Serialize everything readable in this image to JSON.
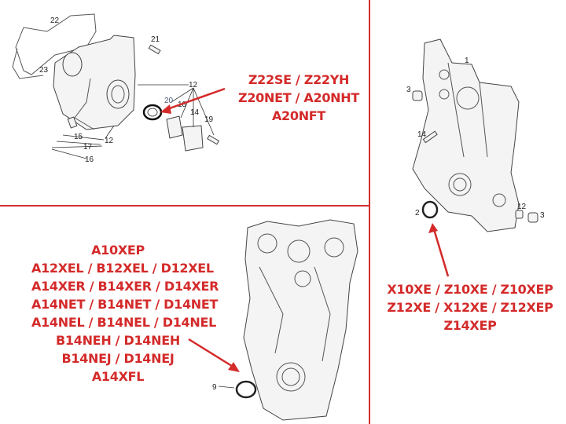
{
  "panels": {
    "top_left": {
      "engines": [
        "Z22SE / Z22YH",
        "Z20NET / A20NHT",
        "A20NFT"
      ],
      "callouts": [
        "22",
        "21",
        "23",
        "12",
        "20",
        "18",
        "14",
        "19",
        "15",
        "12",
        "17",
        "16"
      ]
    },
    "bottom_left": {
      "engines": [
        "A10XEP",
        "A12XEL / B12XEL / D12XEL",
        "A14XER / B14XER / D14XER",
        "A14NET / B14NET / D14NET",
        "A14NEL / B14NEL / D14NEL",
        "B14NEH / D14NEH",
        "B14NEJ / D14NEJ",
        "A14XFL"
      ],
      "callouts": [
        "9"
      ]
    },
    "right": {
      "engines": [
        "X10XE / Z10XE / Z10XEP",
        "Z12XE / X12XE / Z12XEP",
        "Z14XEP"
      ],
      "callouts": [
        "1",
        "3",
        "14",
        "2",
        "12",
        "3"
      ]
    }
  },
  "colors": {
    "accent": "#d42a2a",
    "divider": "#d32f2f"
  }
}
